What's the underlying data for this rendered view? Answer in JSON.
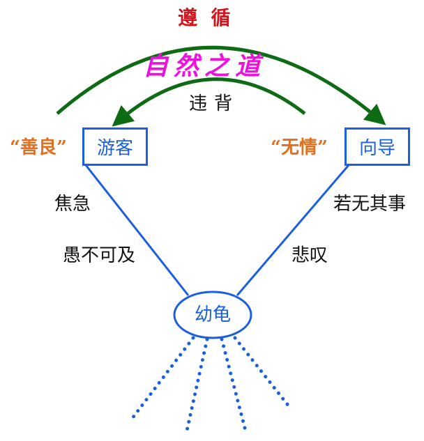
{
  "top_label": "遵  循",
  "middle_title": "自然之道",
  "inner_label": "违背",
  "left_quote": "“善良”",
  "right_quote": "“无情”",
  "left_box": "游客",
  "right_box": "向导",
  "left_side_upper": "焦急",
  "left_side_lower": "愚不可及",
  "right_side_upper": "若无其事",
  "right_side_lower": "悲叹",
  "center_ellipse": "幼龟",
  "colors": {
    "top_label": "#d0141c",
    "title": "#ee11dd",
    "quote": "#e07020",
    "box": "#1a5fe0",
    "arrow": "#0d6b14",
    "text": "#111111"
  }
}
